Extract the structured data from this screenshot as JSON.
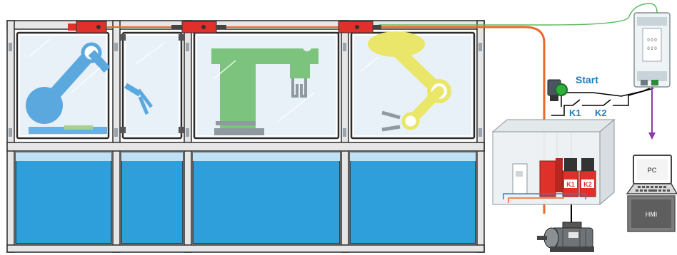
{
  "labels": {
    "start": "Start",
    "k1": "K1",
    "k2": "K2",
    "k1_badge": "K1",
    "k2_badge": "K2",
    "pc": "PC",
    "hmi": "HMI"
  },
  "colors": {
    "frame": "#2b2b2b",
    "glass": "#e8f1f7",
    "panel_blue": "#2f9fdc",
    "robot_blue": "#5aa8de",
    "robot_green": "#7cc47e",
    "robot_yellow": "#e9e66a",
    "switch_red": "#e0302a",
    "cable_orange": "#e8692a",
    "cable_green": "#5fb85f",
    "cable_purple": "#8a3aa8",
    "label_blue": "#1a7fc1"
  },
  "icons": [
    "safety-switch-icon",
    "safety-relay-module-icon",
    "start-button-icon",
    "contactor-icon",
    "motor-icon",
    "pc-icon",
    "hmi-icon"
  ]
}
